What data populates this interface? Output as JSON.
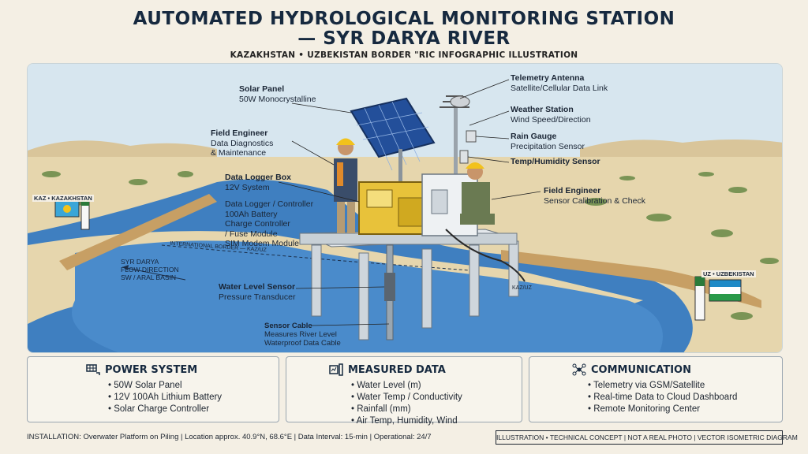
{
  "header": {
    "title_line1": "AUTOMATED HYDROLOGICAL MONITORING STATION",
    "title_line2": "— SYR DARYA RIVER",
    "subtitle": "KAZAKHSTAN • UZBEKISTAN BORDER \"RIC INFOGRAPHIC ILLUSTRATION"
  },
  "labels": {
    "solar_title": "Solar Panel",
    "solar_sub": "50W Monocrystalline",
    "engineer1_title": "Field Engineer",
    "engineer1_sub1": "Data Diagnostics",
    "engineer1_sub2": "& Maintenance",
    "logger_title": "Data Logger Box",
    "logger_sub": "12V System",
    "logger_items": [
      "Data Logger / Controller",
      "100Ah Battery",
      "Charge Controller",
      "/ Fuse Module",
      "SIM Modem Module"
    ],
    "antenna_title": "Telemetry Antenna",
    "antenna_sub": "Satellite/Cellular Data Link",
    "weather_title": "Weather Station",
    "weather_sub": "Wind Speed/Direction",
    "rain_title": "Rain Gauge",
    "rain_sub": "Precipitation Sensor",
    "temp_title": "Temp/Humidity Sensor",
    "engineer2_title": "Field Engineer",
    "engineer2_sub": "Sensor Calibration & Check",
    "water_title": "Water Level Sensor",
    "water_sub": "Pressure Transducer",
    "cable_title": "Sensor Cable",
    "cable_sub1": "Measures River Level",
    "cable_sub2": "Waterproof Data Cable",
    "river_line1": "SYR DARYA",
    "river_line2": "FLOW DIRECTION",
    "river_line3": "SW / ARAL BASIN",
    "border_line": "INTERNATIONAL BORDER — KAZ/UZ",
    "kaz_flag": "KAZ • KAZAKHSTAN",
    "uz_flag": "UZ • UZBEKISTAN",
    "pillar_mark": "KAZ/UZ"
  },
  "panels": {
    "power": {
      "title": "POWER SYSTEM",
      "items": [
        "50W Solar Panel",
        "12V 100Ah Lithium Battery",
        "Solar Charge Controller"
      ]
    },
    "data": {
      "title": "MEASURED DATA",
      "items": [
        "Water Level (m)",
        "Water Temp / Conductivity",
        "Rainfall (mm)",
        "Air Temp, Humidity, Wind"
      ]
    },
    "comm": {
      "title": "COMMUNICATION",
      "items": [
        "Telemetry via GSM/Satellite",
        "Real-time Data to Cloud Dashboard",
        "Remote Monitoring Center"
      ]
    }
  },
  "footer": {
    "left": "INSTALLATION: Overwater Platform on Piling | Location approx. 40.9°N, 68.6°E | Data Interval: 15-min | Operational: 24/7",
    "right": "ILLUSTRATION • TECHNICAL CONCEPT | NOT A REAL PHOTO | VECTOR ISOMETRIC DIAGRAM"
  },
  "colors": {
    "river": "#3f7fc0",
    "land": "#e6d6ad",
    "sky": "#d7e6ef",
    "logger_box": "#e8c23a",
    "hard_hat": "#f2c21b",
    "title": "#16293f"
  }
}
